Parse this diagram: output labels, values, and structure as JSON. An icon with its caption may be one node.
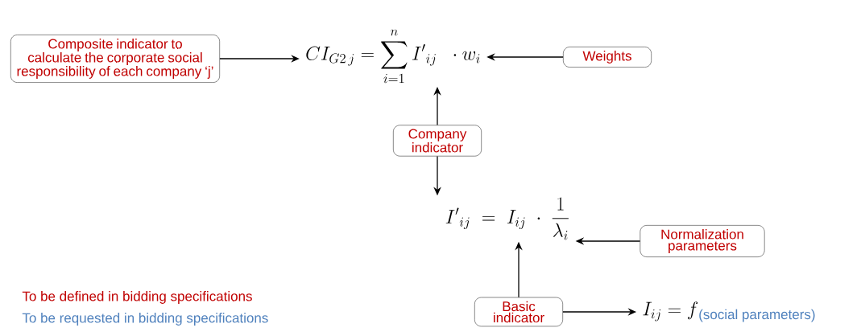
{
  "diagram": {
    "nodes": [
      {
        "text": [
          "Composite indicator to calculate the corporate social responsibility of each company ‘j’"
        ]
      },
      {
        "text": [
          "CI_{G2\\,j} = \\sum_{i=1}^{n} {I'}_{ij} \\;\\; \\cdot w_i"
        ]
      },
      {
        "text": [
          "Weights"
        ]
      },
      {
        "text": [
          "Company indicator"
        ]
      },
      {
        "text": [
          "{I'}_{ij} \\;=\\; I_{ij} \\;\\cdot\\; \\frac{1}{\\lambda_i}"
        ]
      },
      {
        "text": [
          "Normalization parameters"
        ]
      },
      {
        "text": [
          "Basic indicator"
        ]
      },
      {
        "text": [
          "I_{ij} = f",
          "(social parameters)"
        ]
      }
    ],
    "edges": [
      {
        "from": 0,
        "to": 1,
        "arrow": "to"
      },
      {
        "from": 2,
        "to": 1,
        "arrow": "to"
      },
      {
        "from": 3,
        "to": 1,
        "arrow": "to"
      },
      {
        "from": 3,
        "to": 4,
        "arrow": "to"
      },
      {
        "from": 5,
        "to": 4,
        "arrow": "to"
      },
      {
        "from": 6,
        "to": 4,
        "arrow": "to"
      },
      {
        "from": 6,
        "to": 7,
        "arrow": "to"
      }
    ],
    "legend": [
      {
        "text": "To be defined in bidding specifications",
        "color": "#c00000"
      },
      {
        "text": "To be requested in bidding specifications",
        "color": "#4f81bd"
      }
    ]
  }
}
